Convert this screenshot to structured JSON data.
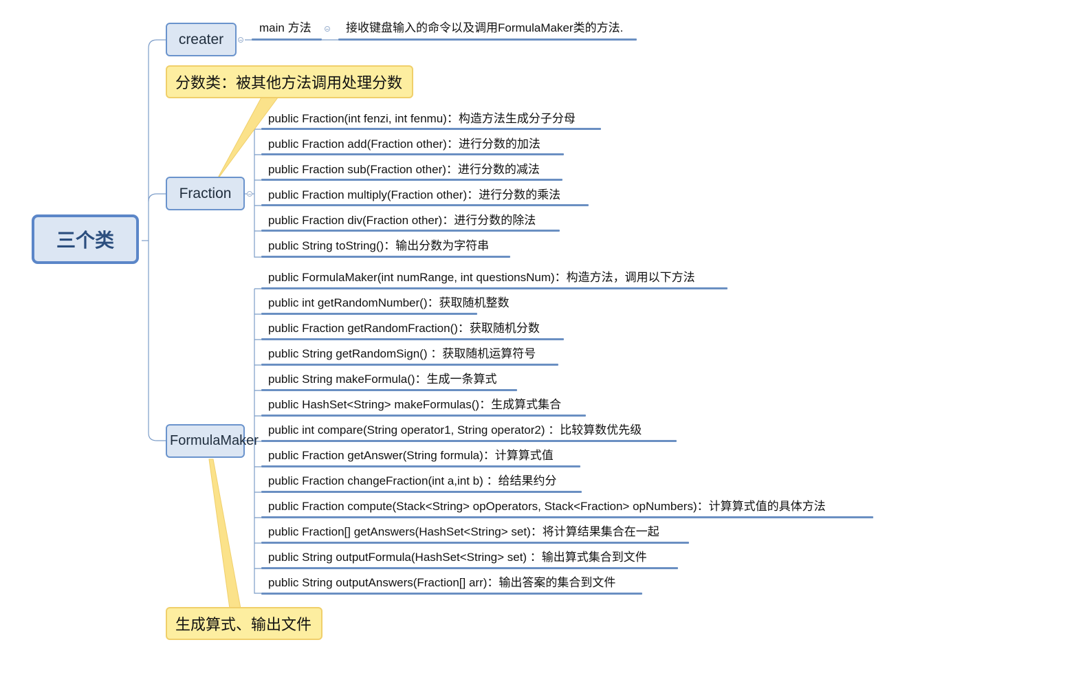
{
  "root": {
    "label": "三个类"
  },
  "classes": [
    {
      "id": "creater",
      "label": "creater"
    },
    {
      "id": "fraction",
      "label": "Fraction"
    },
    {
      "id": "formulamaker",
      "label": "FormulaMaker"
    }
  ],
  "creater": {
    "method": "main 方法",
    "description": "接收键盘输入的命令以及调用FormulaMaker类的方法."
  },
  "notes": {
    "fraction": "分数类：被其他方法调用处理分数",
    "formulamaker": "生成算式、输出文件"
  },
  "fraction_methods": [
    "public Fraction(int fenzi, int fenmu)：构造方法生成分子分母",
    "public Fraction add(Fraction other)：进行分数的加法",
    "public Fraction sub(Fraction other)：进行分数的减法",
    "public Fraction multiply(Fraction other)：进行分数的乘法",
    "public Fraction div(Fraction other)：进行分数的除法",
    "public String toString()：输出分数为字符串"
  ],
  "formulamaker_methods": [
    "public FormulaMaker(int numRange, int questionsNum)：构造方法，调用以下方法",
    "public int getRandomNumber()：获取随机整数",
    "public Fraction getRandomFraction()：获取随机分数",
    "public String getRandomSign() ：获取随机运算符号",
    "public String makeFormula()：生成一条算式",
    "public HashSet<String> makeFormulas()：生成算式集合",
    "public int compare(String operator1, String operator2) ：比较算数优先级",
    "public Fraction getAnswer(String formula)：计算算式值",
    "public Fraction changeFraction(int a,int b) ：给结果约分",
    "public Fraction compute(Stack<String> opOperators, Stack<Fraction> opNumbers)：计算算式值的具体方法",
    "public Fraction[] getAnswers(HashSet<String> set)：将计算结果集合在一起",
    "public String outputFormula(HashSet<String> set) ：输出算式集合到文件",
    "public String outputAnswers(Fraction[] arr)：输出答案的集合到文件"
  ],
  "colors": {
    "node_fill": "#dce6f3",
    "node_border": "#6a93cc",
    "connector": "#7b9cc8",
    "underline": "#6a8fc2",
    "note_fill": "#fdeea0",
    "note_border": "#f0cf6a",
    "root_text": "#2b4e7e"
  }
}
